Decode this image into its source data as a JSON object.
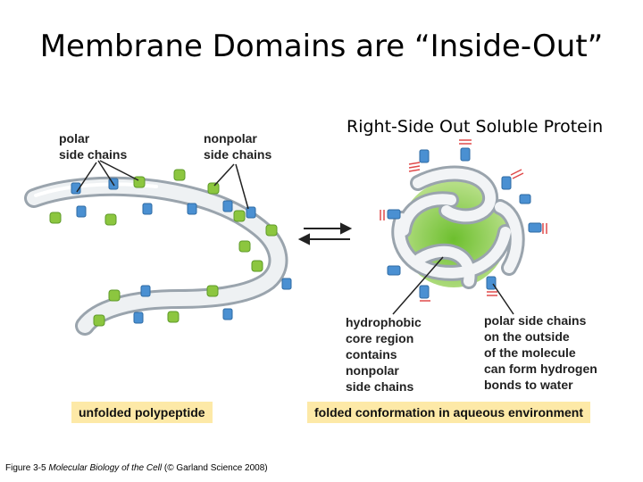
{
  "slide": {
    "title": "Membrane Domains are “Inside-Out”",
    "subtitle": "Right-Side Out Soluble Protein"
  },
  "labels": {
    "polar_side_chains": [
      "polar",
      "side chains"
    ],
    "nonpolar_side_chains": [
      "nonpolar",
      "side chains"
    ],
    "hydrophobic_core": [
      "hydrophobic",
      "core region",
      "contains",
      "nonpolar",
      "side chains"
    ],
    "polar_outside": [
      "polar side chains",
      "on the outside",
      "of the molecule",
      "can form hydrogen",
      "bonds to water"
    ]
  },
  "boxes": {
    "unfolded": "unfolded polypeptide",
    "folded": "folded conformation in aqueous environment"
  },
  "caption": {
    "prefix": "Figure 3-5  ",
    "book": "Molecular Biology of the Cell",
    "suffix": " (© Garland Science 2008)"
  },
  "colors": {
    "polar": "#4a90d2",
    "nonpolar": "#8cc63f",
    "chain": "#e8ecef",
    "core": "#7fc63c",
    "box": "#fde9a7"
  }
}
